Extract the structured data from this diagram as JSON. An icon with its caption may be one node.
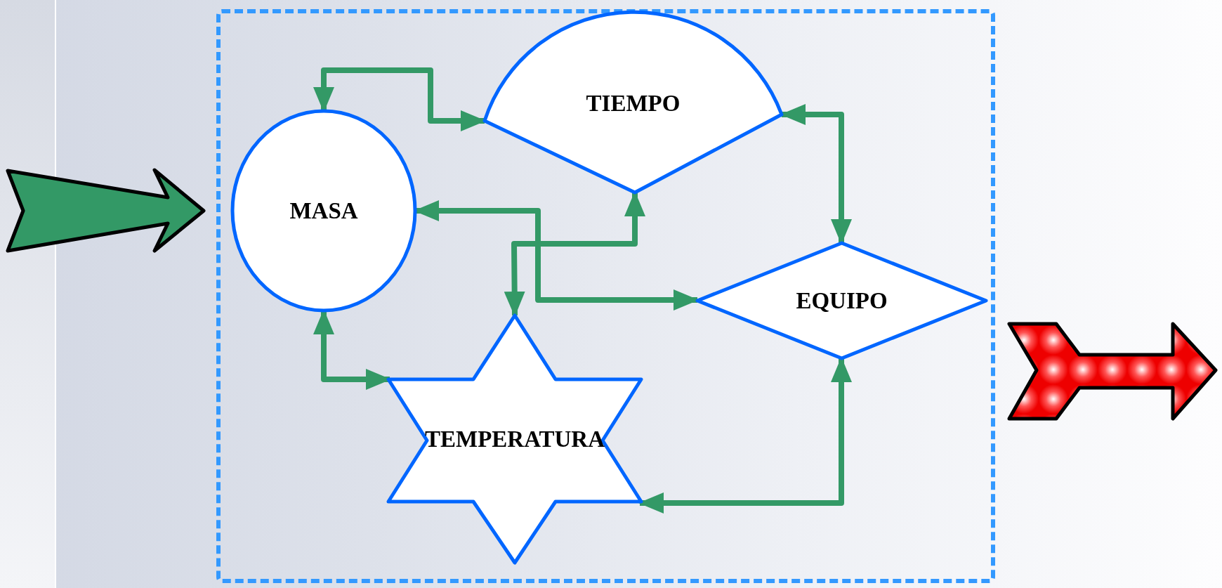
{
  "diagram": {
    "nodes": [
      {
        "text": [],
        "shape": "box"
      },
      {
        "text": [
          "MASA"
        ],
        "in": 0
      },
      {
        "text": [
          "TIEMPO"
        ],
        "in": 0
      },
      {
        "text": [
          "EQUIPO"
        ],
        "in": 0
      },
      {
        "text": [
          "TEMPERATURA"
        ],
        "in": 0
      }
    ],
    "edges": [
      {
        "from": 1,
        "to": 2,
        "arrow": "both"
      },
      {
        "from": 2,
        "to": 3,
        "arrow": "both"
      },
      {
        "from": 1,
        "to": 3,
        "arrow": "both"
      },
      {
        "from": 2,
        "to": 4,
        "arrow": "both"
      },
      {
        "from": 1,
        "to": 4,
        "arrow": "both"
      },
      {
        "from": 3,
        "to": 4,
        "arrow": "both"
      },
      {
        "from": null,
        "to": 0,
        "arrow": "to",
        "style": "thick"
      },
      {
        "from": 0,
        "to": null,
        "arrow": "to",
        "style": "thick",
        "color": "#ff0000"
      }
    ]
  }
}
